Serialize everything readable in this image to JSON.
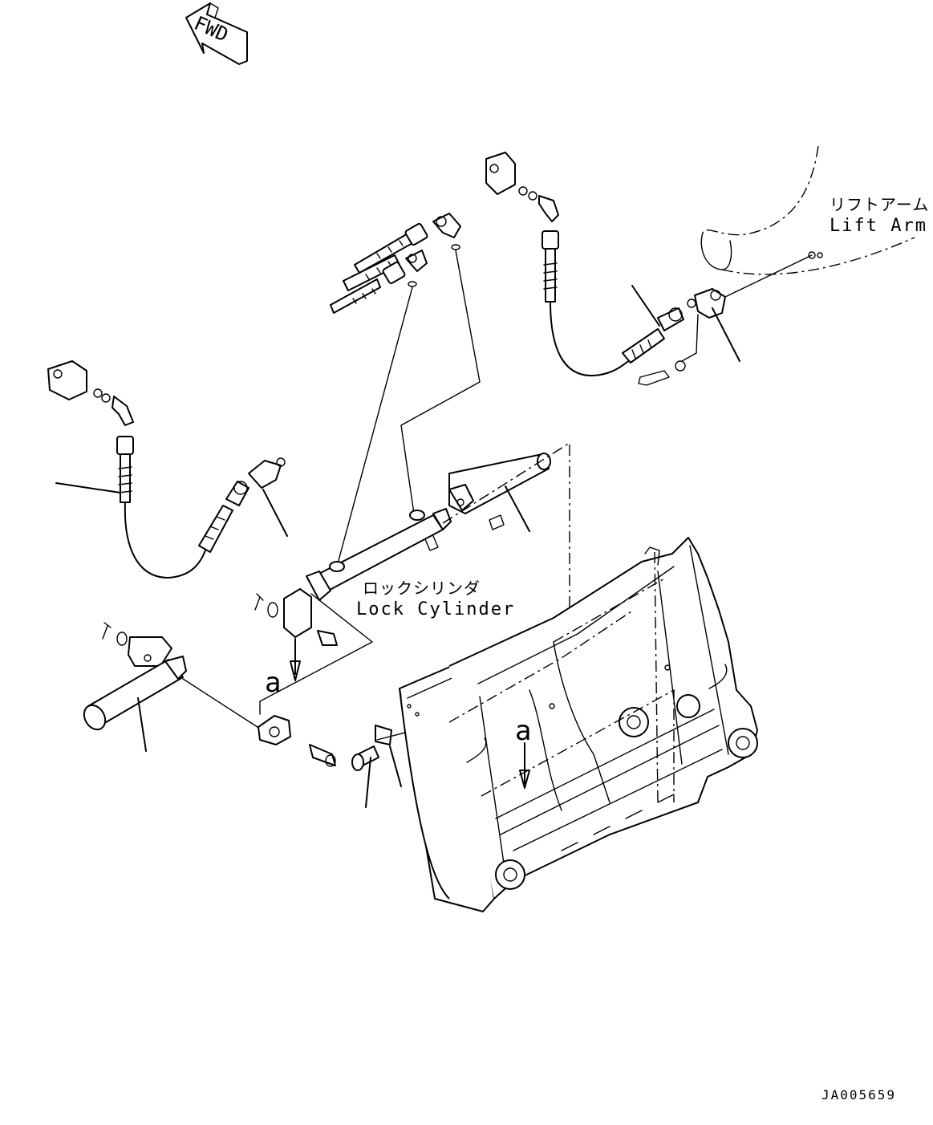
{
  "fwd_label": "FWD",
  "lift_arm": {
    "jp": "リフトアーム",
    "en": "Lift Arm"
  },
  "lock_cylinder": {
    "jp": "ロックシリンダ",
    "en": "Lock Cylinder"
  },
  "view_marker": "a",
  "drawing_code": "JA005659"
}
